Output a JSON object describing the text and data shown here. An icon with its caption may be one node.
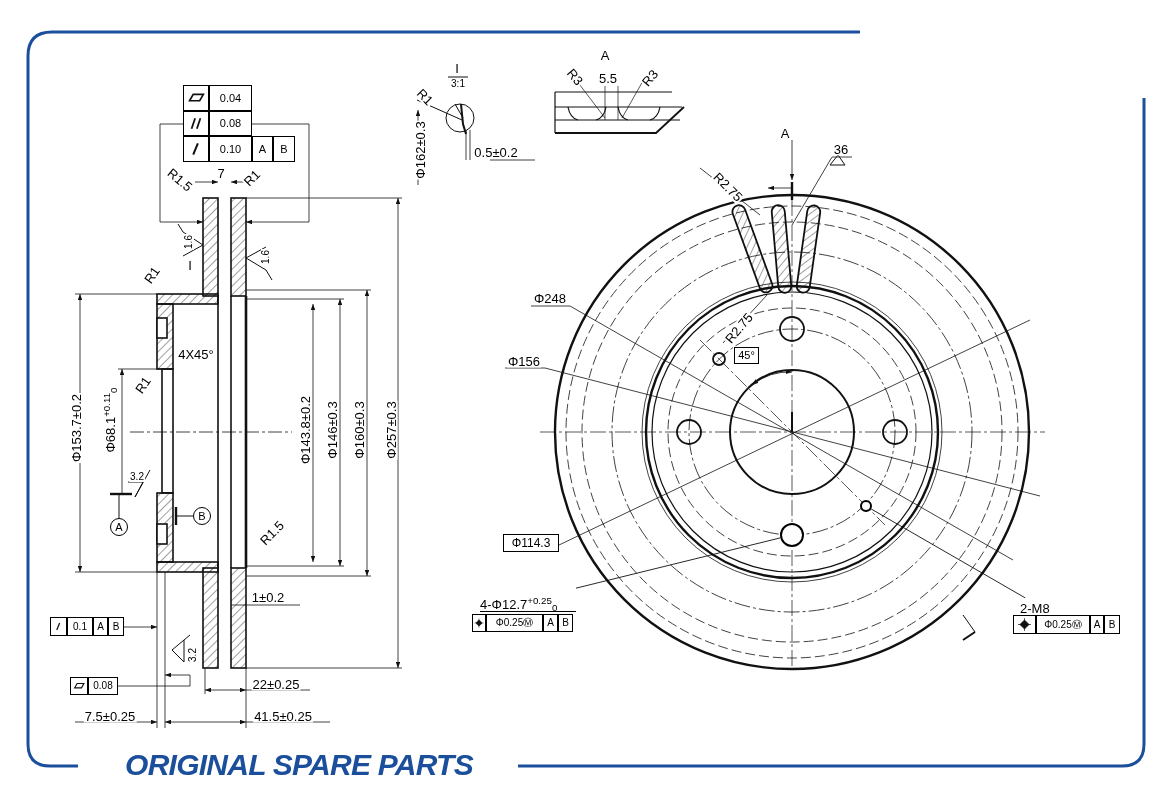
{
  "diagram": {
    "nodes": [
      {
        "text": [
          "4-Φ12.7$^{+0.25}$$_{0}$"
        ]
      },
      {
        "text": [],
        "shape": "circle"
      },
      {
        "text": [
          "2-M8"
        ]
      },
      {
        "text": [],
        "shape": "circle"
      },
      {
        "text": [
          "A"
        ]
      },
      {
        "text": [
          "B"
        ]
      }
    ],
    "edges": [
      {
        "from": 0,
        "to": 1,
        "arrow": "none"
      },
      {
        "from": 2,
        "to": 3,
        "arrow": "none"
      }
    ],
    "labels": [
      "0.04",
      "0.08",
      "0.10",
      "A",
      "B",
      "R1.5",
      "7",
      "R1",
      "1.6",
      "1.6",
      "R1",
      "I",
      "I",
      "3:1",
      "R1",
      "Φ162±0.3",
      "0.5±0.2",
      "A",
      "R3",
      "5.5",
      "R3",
      "A",
      "36",
      "R2.75",
      "Φ248",
      "R2.75",
      "45°",
      "Φ156",
      "4X45°",
      "R1",
      "Φ153.7±0.2",
      "Φ68.1$^{+0.11}$$_{0}$",
      "3.2",
      "Φ143.8±0.2",
      "Φ146±0.3",
      "Φ160±0.3",
      "Φ257±0.3",
      "R1.5",
      "Φ114.3",
      "1±0.2",
      "0.1",
      "A",
      "B",
      "Φ0.25Ⓜ",
      "A",
      "B",
      "Φ0.25Ⓜ",
      "A",
      "B",
      "3.2",
      "0.08",
      "22±0.25",
      "7.5±0.25",
      "41.5±0.25",
      "ORIGINAL SPARE PARTS"
    ]
  }
}
